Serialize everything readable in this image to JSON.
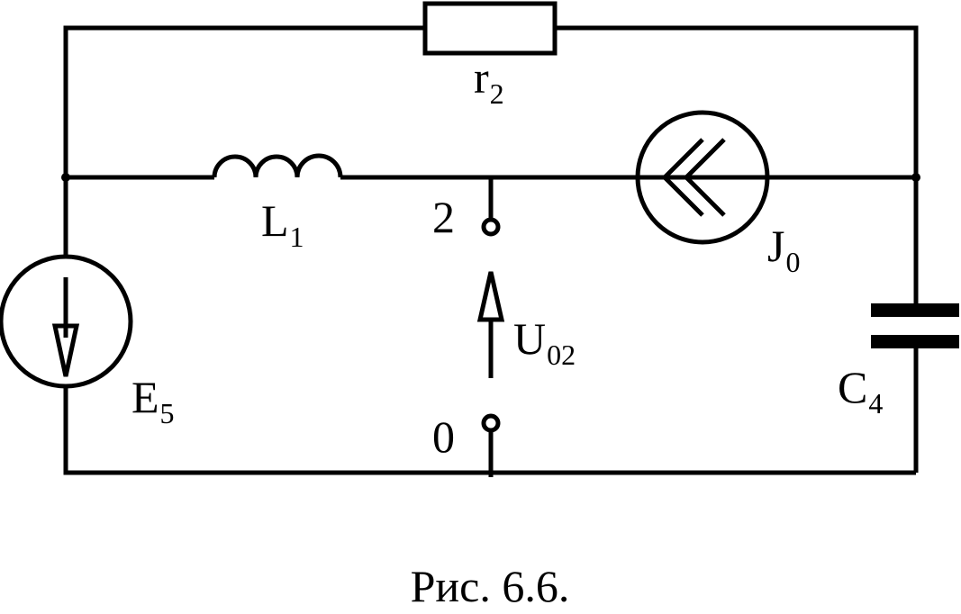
{
  "diagram": {
    "type": "electrical-circuit",
    "components": {
      "r2": {
        "symbol": "r",
        "sub": "2"
      },
      "L1": {
        "symbol": "L",
        "sub": "1"
      },
      "J0": {
        "symbol": "J",
        "sub": "0"
      },
      "E5": {
        "symbol": "E",
        "sub": "5"
      },
      "C4": {
        "symbol": "C",
        "sub": "4"
      },
      "U02": {
        "symbol": "U",
        "sub": "02"
      }
    },
    "nodes": {
      "n2": "2",
      "n0": "0"
    },
    "caption": "Рис. 6.6."
  },
  "colors": {
    "ink": "#000000",
    "background": "#ffffff"
  }
}
